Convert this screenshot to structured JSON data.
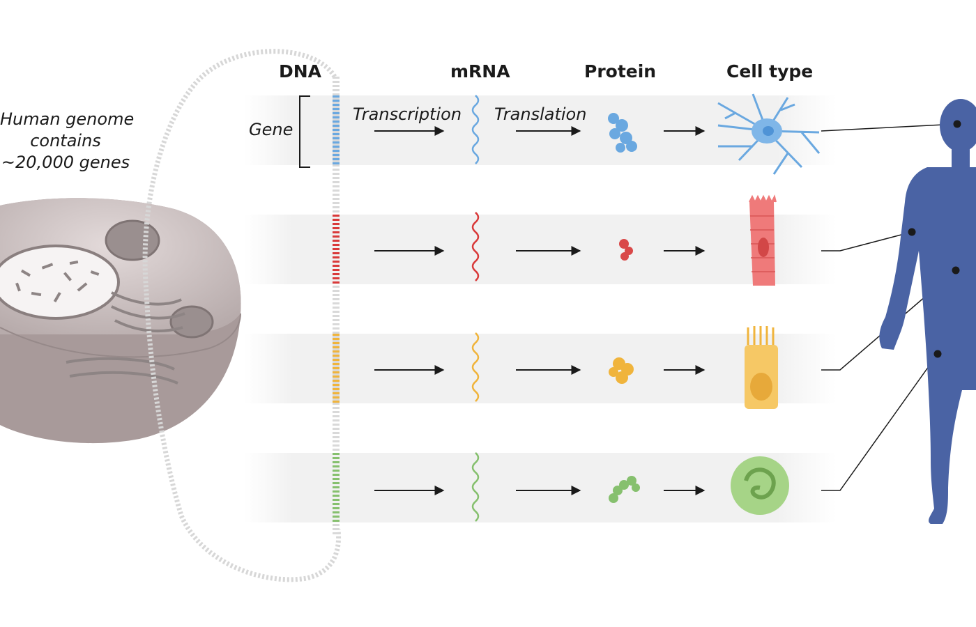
{
  "headers": {
    "dna": "DNA",
    "mrna": "mRNA",
    "protein": "Protein",
    "cell_type": "Cell type"
  },
  "process_labels": {
    "transcription": "Transcription",
    "translation": "Translation"
  },
  "gene_label": "Gene",
  "genome_text": [
    "Human genome",
    "contains",
    "~20,000 genes"
  ],
  "rows": [
    {
      "color": "#6aa8e0",
      "cell": "neuron-icon"
    },
    {
      "color": "#d93a3a",
      "cell": "muscle-cell-icon"
    },
    {
      "color": "#f0b43c",
      "cell": "epithelial-cell-icon"
    },
    {
      "color": "#86c06e",
      "cell": "white-blood-cell-icon"
    }
  ],
  "colors": {
    "body": "#4a63a4",
    "band": "#f1f1f1",
    "cell": "#cfc6c6"
  }
}
